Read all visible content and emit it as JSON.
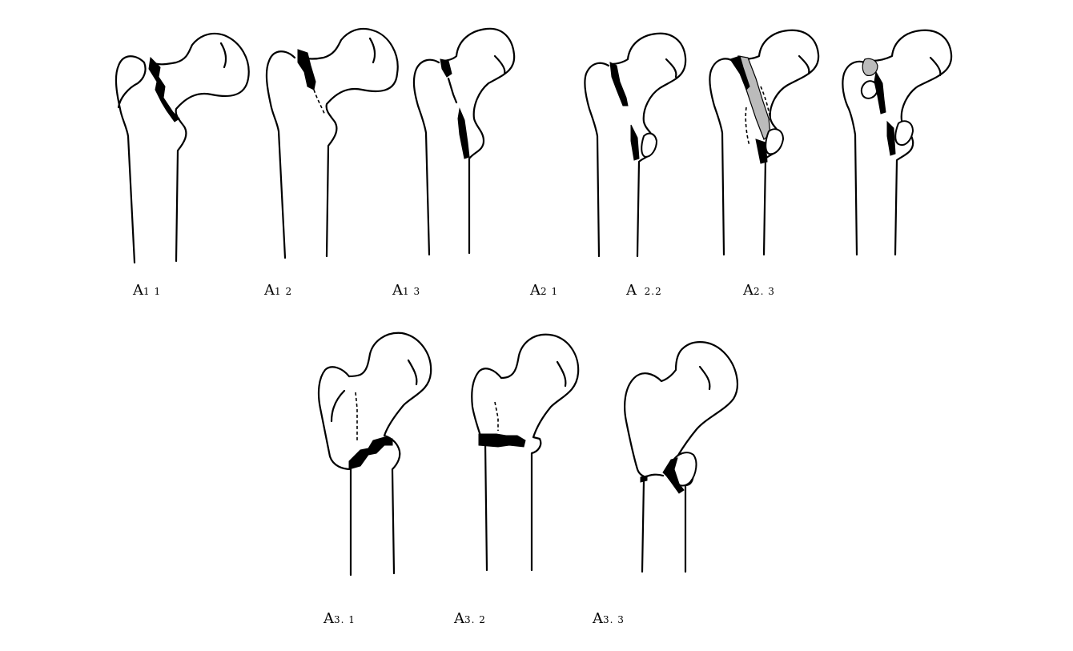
{
  "labels": {
    "a11": {
      "main": "A",
      "sub": "1 1"
    },
    "a12": {
      "main": "A",
      "sub": "1 2"
    },
    "a13": {
      "main": "A",
      "sub": "1 3"
    },
    "a21": {
      "main": "A",
      "sub": "2 1"
    },
    "a22": {
      "main": "A",
      "sub": "  2.2"
    },
    "a23": {
      "main": "A",
      "sub": "2. 3"
    },
    "a31": {
      "main": "A",
      "sub": "3. 1"
    },
    "a32": {
      "main": "A",
      "sub": "3. 2"
    },
    "a33": {
      "main": "A",
      "sub": "3. 3"
    }
  }
}
